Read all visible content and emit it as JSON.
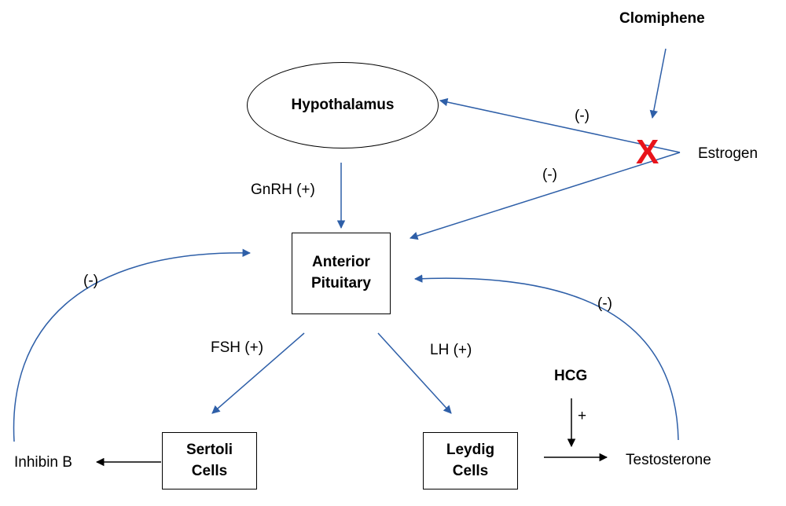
{
  "nodes": {
    "hypothalamus": "Hypothalamus",
    "anterior_pituitary_line1": "Anterior",
    "anterior_pituitary_line2": "Pituitary",
    "sertoli_line1": "Sertoli",
    "sertoli_line2": "Cells",
    "leydig_line1": "Leydig",
    "leydig_line2": "Cells"
  },
  "labels": {
    "clomiphene": "Clomiphene",
    "estrogen": "Estrogen",
    "gnrh": "GnRH (+)",
    "fsh": "FSH (+)",
    "lh": "LH (+)",
    "hcg": "HCG",
    "hcg_effect": "+",
    "testosterone": "Testosterone",
    "inhibin_b": "Inhibin B",
    "neg_estrogen_hypothalamus": "(-)",
    "neg_estrogen_pituitary": "(-)",
    "neg_inhibin": "(-)",
    "neg_testosterone": "(-)",
    "block_mark": "X"
  },
  "colors": {
    "arrow_blue": "#2e5fa8",
    "arrow_black": "#000000",
    "block_red": "#e8141b"
  }
}
